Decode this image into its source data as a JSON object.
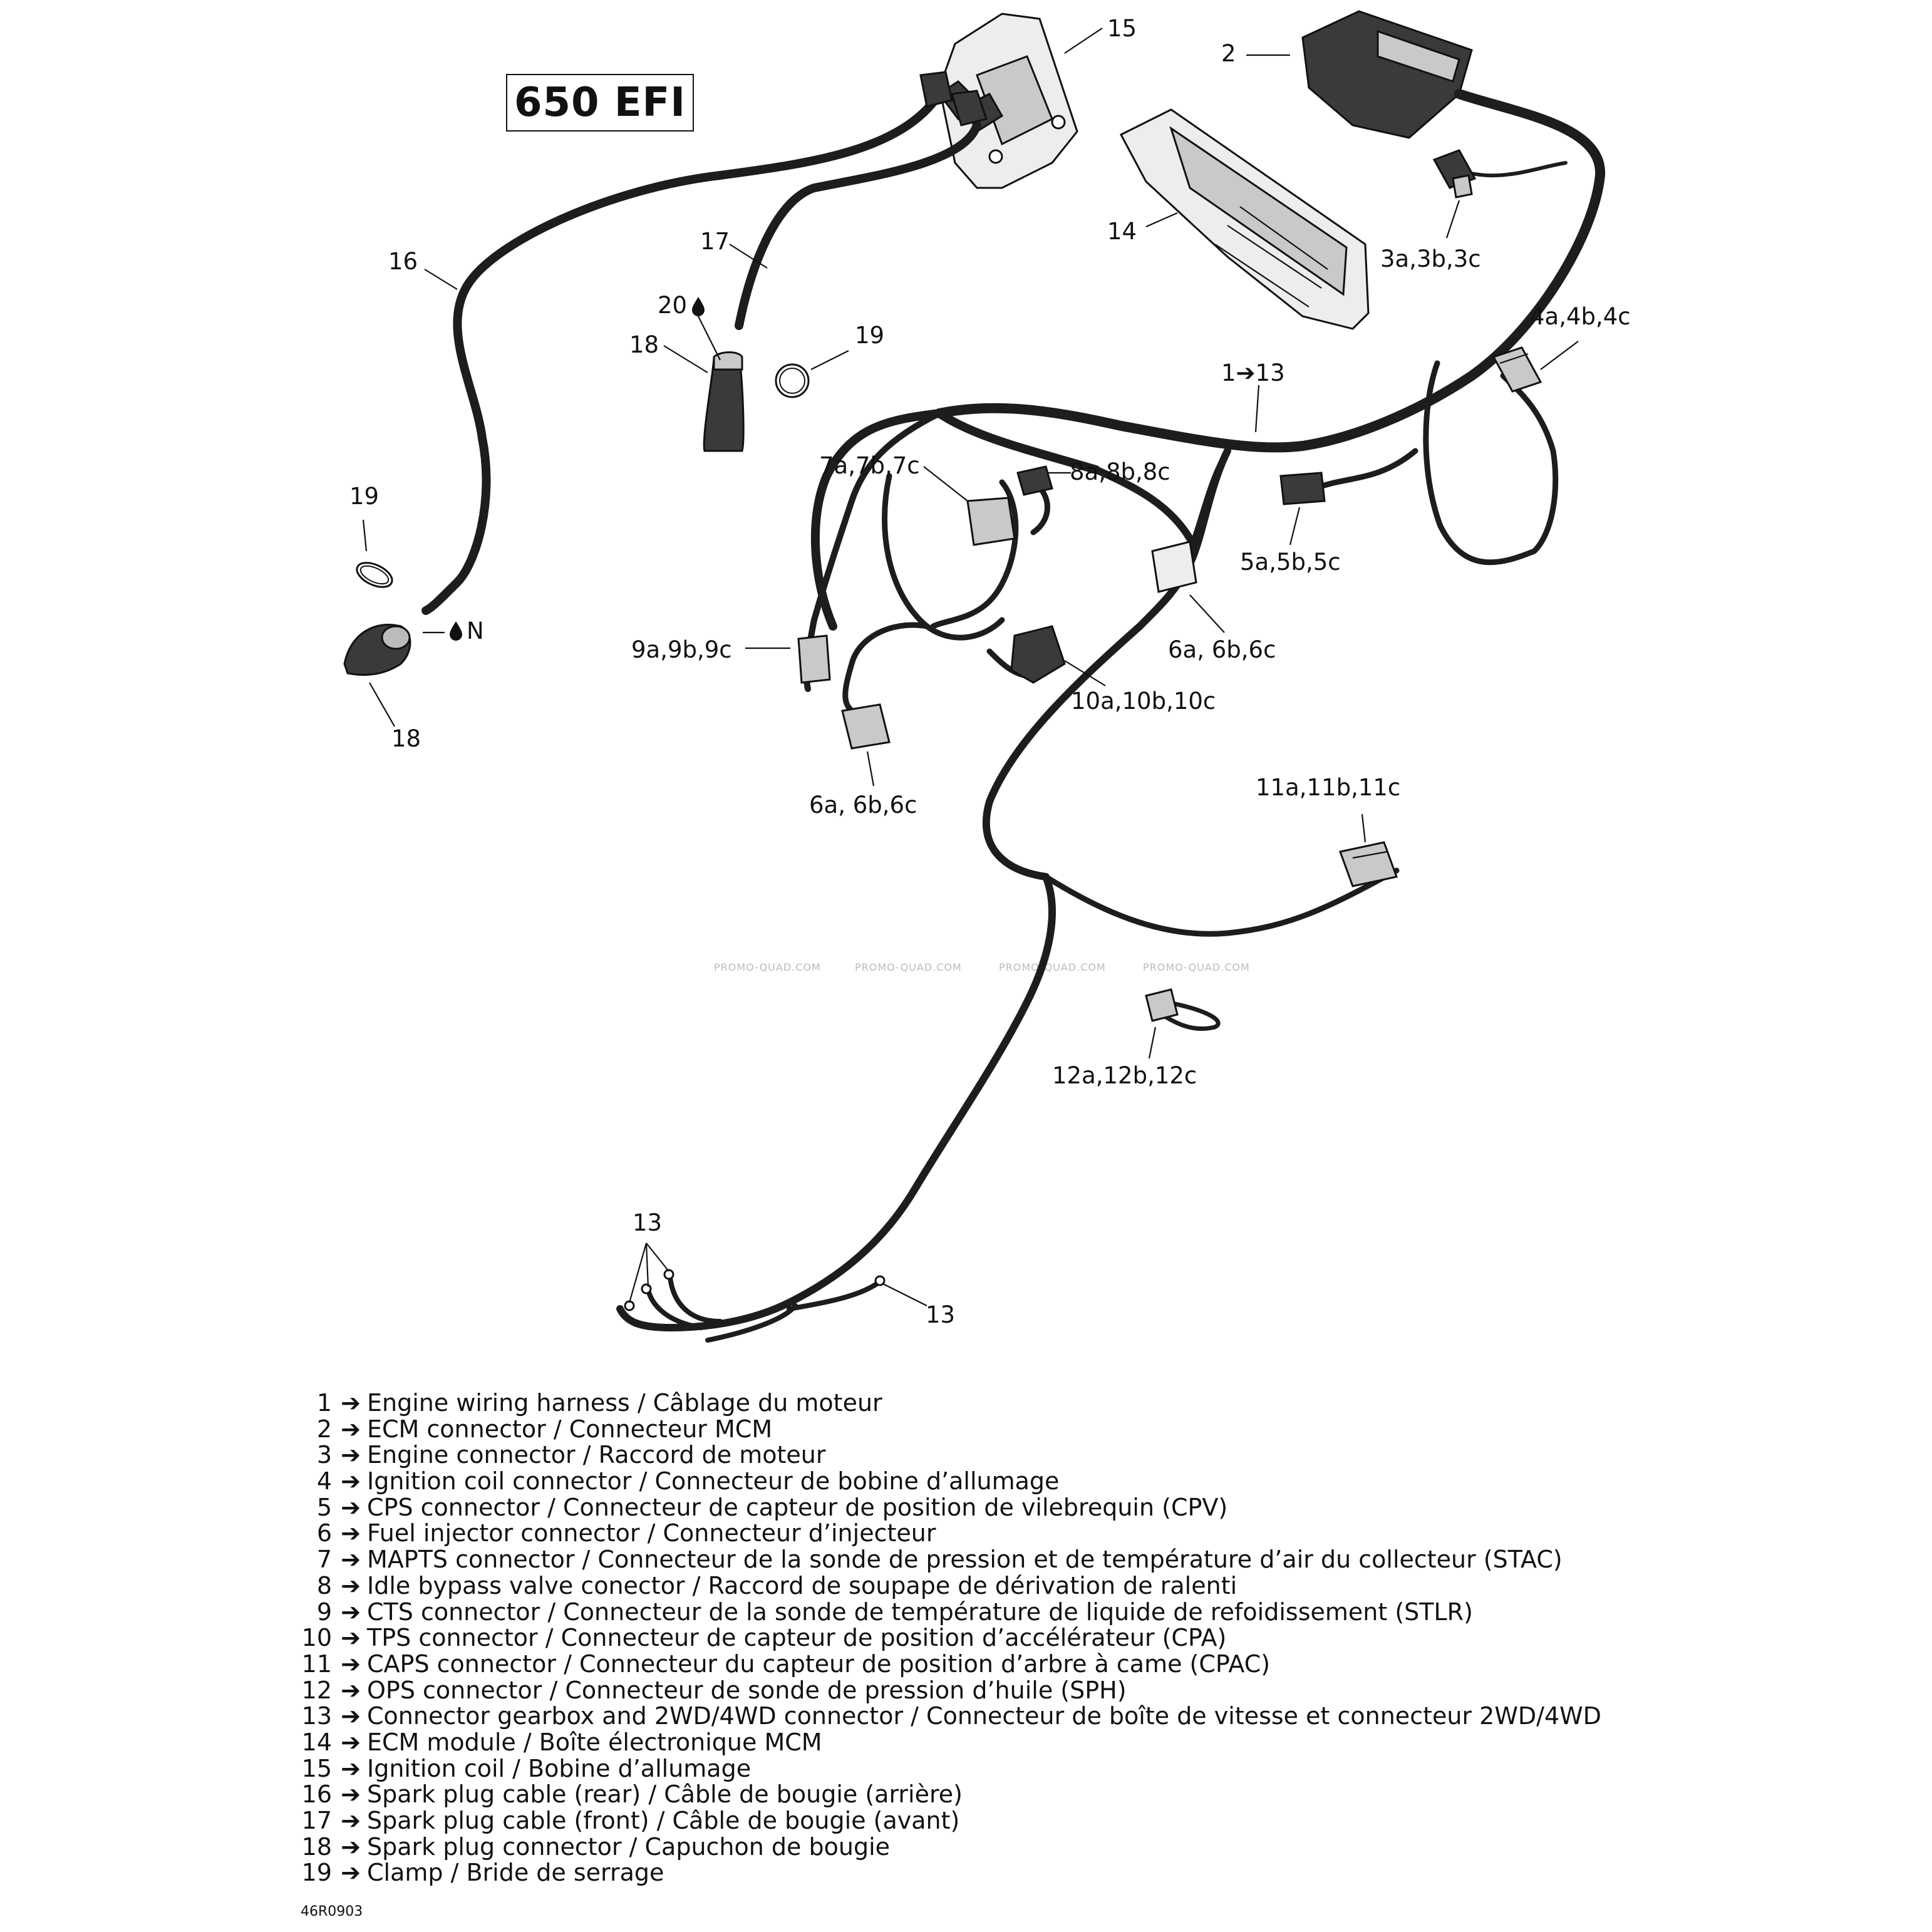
{
  "title": "650 EFI",
  "drawing_ref": "46R0903",
  "watermark": "PROMO-QUAD.COM",
  "arrow_glyph": "➔",
  "callouts": {
    "c15": "15",
    "c2": "2",
    "c14": "14",
    "c3": "3a,3b,3c",
    "c4": "4a,4b,4c",
    "c1to13": "1➔13",
    "c16": "16",
    "c17": "17",
    "c20": "20",
    "c18a": "18",
    "c19a": "19",
    "c19b": "19",
    "cN": "N",
    "c18b": "18",
    "c7": "7a,7b,7c",
    "c8": "8a,8b,8c",
    "c5": "5a,5b,5c",
    "c6a": "6a, 6b,6c",
    "c9": "9a,9b,9c",
    "c10": "10a,10b,10c",
    "c6b": "6a, 6b,6c",
    "c11": "11a,11b,11c",
    "c12": "12a,12b,12c",
    "c13a": "13",
    "c13b": "13"
  },
  "legend": [
    {
      "num": "1",
      "text": "Engine wiring harness / Câblage du moteur"
    },
    {
      "num": "2",
      "text": "ECM connector / Connecteur MCM"
    },
    {
      "num": "3",
      "text": "Engine connector / Raccord de moteur"
    },
    {
      "num": "4",
      "text": "Ignition coil connector / Connecteur de bobine d’allumage"
    },
    {
      "num": "5",
      "text": "CPS connector / Connecteur de capteur de position de vilebrequin (CPV)"
    },
    {
      "num": "6",
      "text": "Fuel injector connector / Connecteur d’injecteur"
    },
    {
      "num": "7",
      "text": "MAPTS connector / Connecteur de la sonde de pression et de température d’air du collecteur (STAC)"
    },
    {
      "num": "8",
      "text": "Idle bypass valve conector / Raccord de soupape de dérivation de ralenti"
    },
    {
      "num": "9",
      "text": "CTS connector / Connecteur de la sonde de température de liquide de refoidissement (STLR)"
    },
    {
      "num": "10",
      "text": "TPS connector / Connecteur de capteur de position d’accélérateur (CPA)"
    },
    {
      "num": "11",
      "text": "CAPS connector / Connecteur du capteur de position d’arbre à came (CPAC)"
    },
    {
      "num": "12",
      "text": "OPS connector / Connecteur de sonde de pression d’huile (SPH)"
    },
    {
      "num": "13",
      "text": "Connector gearbox and 2WD/4WD connector / Connecteur de boîte de vitesse et connecteur 2WD/4WD"
    },
    {
      "num": "14",
      "text": "ECM module / Boîte électronique MCM"
    },
    {
      "num": "15",
      "text": "Ignition coil / Bobine d’allumage"
    },
    {
      "num": "16",
      "text": "Spark plug cable (rear) / Câble de bougie (arrière)"
    },
    {
      "num": "17",
      "text": "Spark plug cable (front) / Câble de bougie (avant)"
    },
    {
      "num": "18",
      "text": "Spark plug connector / Capuchon de bougie"
    },
    {
      "num": "19",
      "text": "Clamp / Bride de serrage"
    }
  ]
}
